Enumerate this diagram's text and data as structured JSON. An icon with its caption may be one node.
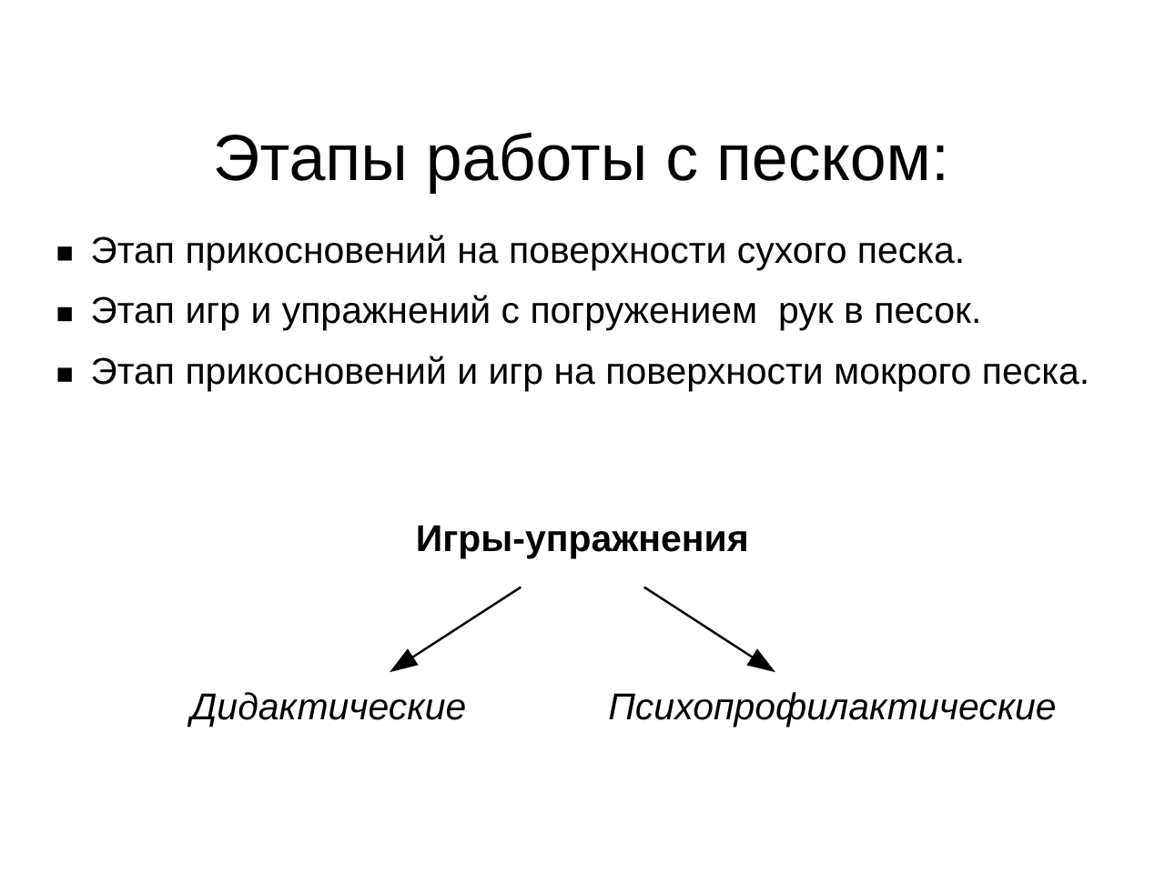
{
  "diagram": {
    "title": "Этапы работы с песком:",
    "nodes": [
      {
        "text": [
          "Игры-упражнения"
        ]
      },
      {
        "text": [
          "Дидактические"
        ]
      },
      {
        "text": [
          "Психопрофилактические"
        ]
      }
    ],
    "edges": [
      {
        "from": 0,
        "to": 1,
        "arrow": "to"
      },
      {
        "from": 0,
        "to": 2,
        "arrow": "to"
      }
    ],
    "labels": [
      "Этап прикосновений на поверхности сухого песка.",
      "Этап игр и упражнений с погружением  рук в песок.",
      "Этап прикосновений и игр на поверхности мокрого песка."
    ]
  }
}
